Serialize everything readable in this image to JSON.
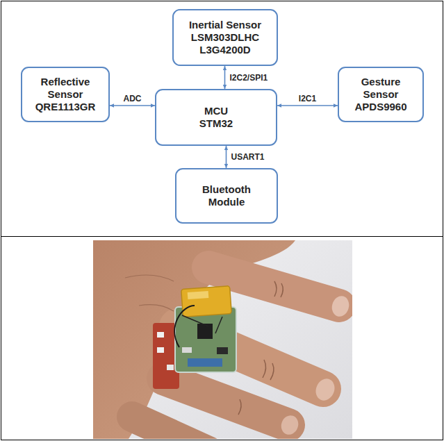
{
  "diagram": {
    "nodes": [
      {
        "text": [
          "Inertial Sensor LSM303DLHC L3G4200D"
        ]
      },
      {
        "text": [
          "Reflective Sensor QRE1113GR"
        ]
      },
      {
        "text": [
          "MCU STM32"
        ]
      },
      {
        "text": [
          "Gesture Sensor APDS9960"
        ]
      },
      {
        "text": [
          "Bluetooth Module"
        ]
      }
    ],
    "edges": [
      {
        "from": 0,
        "to": 2,
        "arrow": "both",
        "label": "I2C2/SPI1"
      },
      {
        "from": 1,
        "to": 2,
        "arrow": "both",
        "label": "ADC"
      },
      {
        "from": 2,
        "to": 3,
        "arrow": "both",
        "label": "I2C1"
      },
      {
        "from": 2,
        "to": 4,
        "arrow": "both",
        "label": "USART1"
      }
    ]
  }
}
